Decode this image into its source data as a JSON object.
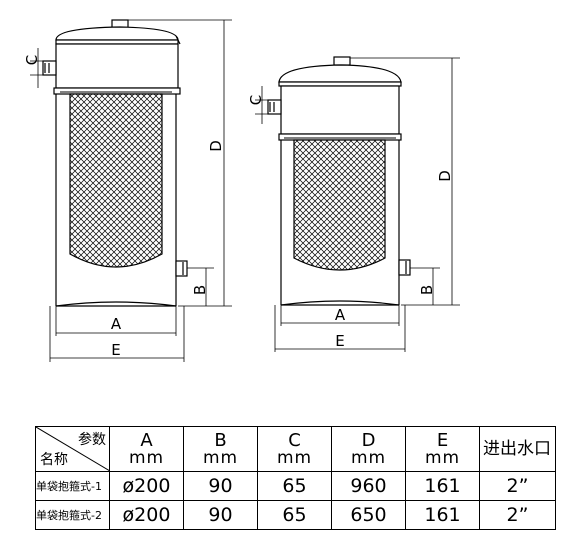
{
  "dimension_labels": {
    "left": {
      "a": "A",
      "b": "B",
      "c": "C",
      "d": "D",
      "e": "E"
    },
    "right": {
      "a": "A",
      "b": "B",
      "c": "C",
      "d": "D",
      "e": "E"
    }
  },
  "table": {
    "corner_top": "参数",
    "corner_bottom": "名称",
    "headers": [
      {
        "key": "A",
        "unit": "mm"
      },
      {
        "key": "B",
        "unit": "mm"
      },
      {
        "key": "C",
        "unit": "mm"
      },
      {
        "key": "D",
        "unit": "mm"
      },
      {
        "key": "E",
        "unit": "mm"
      }
    ],
    "inout_header": "进出水口",
    "rows": [
      {
        "name": "单袋抱箍式-1",
        "A": "ø200",
        "B": "90",
        "C": "65",
        "D": "960",
        "E": "161",
        "port": "2”"
      },
      {
        "name": "单袋抱箍式-2",
        "A": "ø200",
        "B": "90",
        "C": "65",
        "D": "650",
        "E": "161",
        "port": "2”"
      }
    ]
  }
}
